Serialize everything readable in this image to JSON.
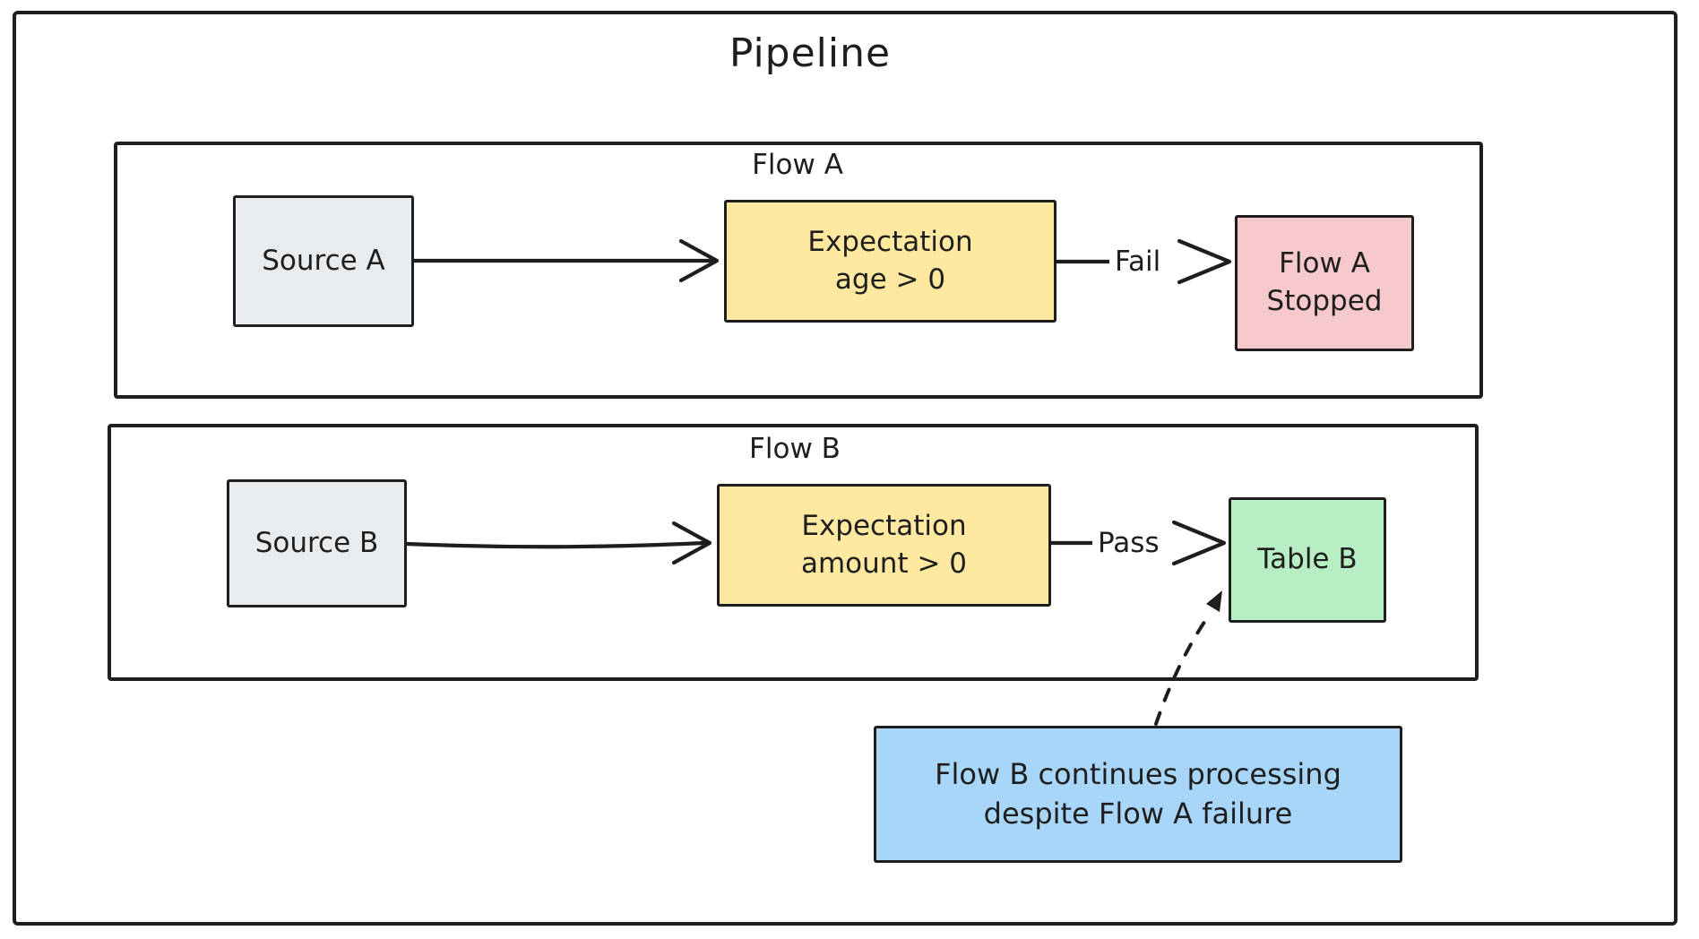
{
  "title": "Pipeline",
  "colors": {
    "stroke": "#1e1e1e",
    "source_fill": "#e9ecef",
    "expectation_fill": "#ffe9a0",
    "stopped_fill": "#f6c9cc",
    "table_fill": "#b7eec3",
    "annotation_fill": "#a8d6f8",
    "background": "#ffffff"
  },
  "flow_a": {
    "label": "Flow A",
    "source_label": "Source A",
    "expectation_label_line1": "Expectation",
    "expectation_label_line2": "age > 0",
    "edge_label": "Fail",
    "result_label_line1": "Flow A",
    "result_label_line2": "Stopped"
  },
  "flow_b": {
    "label": "Flow B",
    "source_label": "Source B",
    "expectation_label_line1": "Expectation",
    "expectation_label_line2": "amount > 0",
    "edge_label": "Pass",
    "result_label": "Table B"
  },
  "annotation": {
    "text_line1": "Flow B continues processing",
    "text_line2": "despite Flow A failure"
  }
}
